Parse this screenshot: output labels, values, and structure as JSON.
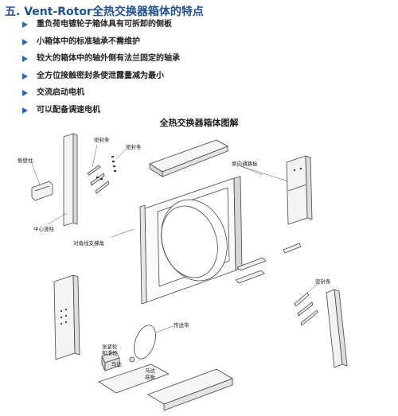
{
  "heading": "五. Vent-Rotor全热交换器箱体的特点",
  "features": [
    "重负荷电镀轮子箱体具有可拆卸的侧板",
    "小箱体中的标准轴承不需维护",
    "较大的箱体中的轴外侧有法兰固定的轴承",
    "全方位接触密封条使泄露量减为最小",
    "交流启动电机",
    "可以配备调速电机"
  ],
  "diagram": {
    "title": "全热交换器箱体图解",
    "labels": {
      "side_post": "侧壁柱",
      "seal_strip_1": "密封条",
      "seal_strip_2": "密封条",
      "side_channel_plate": "侧向通路板",
      "center_post": "中心竖柱",
      "diagonal_brace": "对角线支撑角",
      "seal_strip_3": "密封条",
      "drive_belt": "传送带",
      "tensioner": "张紧轮\n和滑轮",
      "motor": "马达",
      "motor_base": "马达\n底板"
    }
  }
}
